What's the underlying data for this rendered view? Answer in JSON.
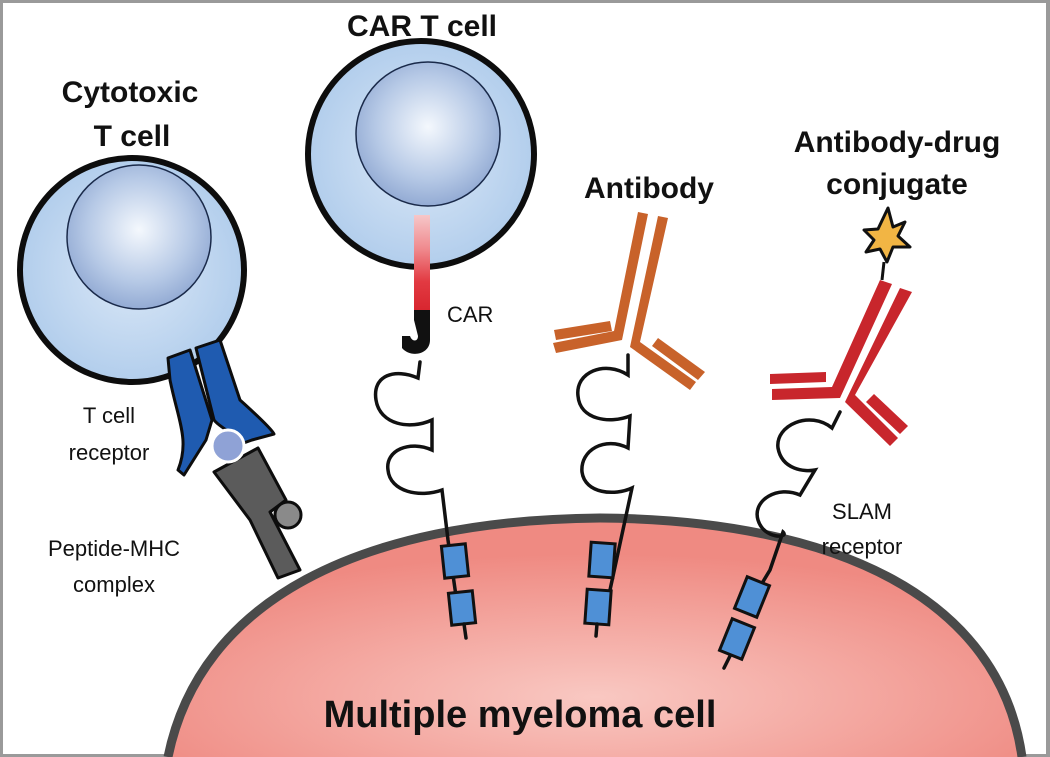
{
  "diagram": {
    "subject": "Immunotherapy approaches targeting multiple myeloma cells",
    "titles": {
      "cytotoxic_line1": "Cytotoxic",
      "cytotoxic_line2": "T cell",
      "car_t": "CAR T cell",
      "antibody": "Antibody",
      "adc_line1": "Antibody-drug",
      "adc_line2": "conjugate",
      "myeloma": "Multiple myeloma cell"
    },
    "labels": {
      "tcr_line1": "T cell",
      "tcr_line2": "receptor",
      "pmhc_line1": "Peptide-MHC",
      "pmhc_line2": "complex",
      "car": "CAR",
      "slam_line1": "SLAM",
      "slam_line2": "receptor"
    },
    "colors": {
      "cell_outer": "#b9d3ee",
      "cell_nucleus": "#9fb8dc",
      "tcr_blue": "#1f5bb0",
      "peptide": "#8fa2d6",
      "mhc_gray": "#5b5b5b",
      "antibody_orange": "#c8622a",
      "adc_red": "#c8262c",
      "drug_star": "#f2b544",
      "myeloma_fill": "#f29a92",
      "membrane": "#4a4a4a",
      "slam_domain": "#4f90d6",
      "car_gradient": [
        "#f6c7c9",
        "#f08b8f",
        "#e23a42",
        "#111111"
      ]
    }
  }
}
